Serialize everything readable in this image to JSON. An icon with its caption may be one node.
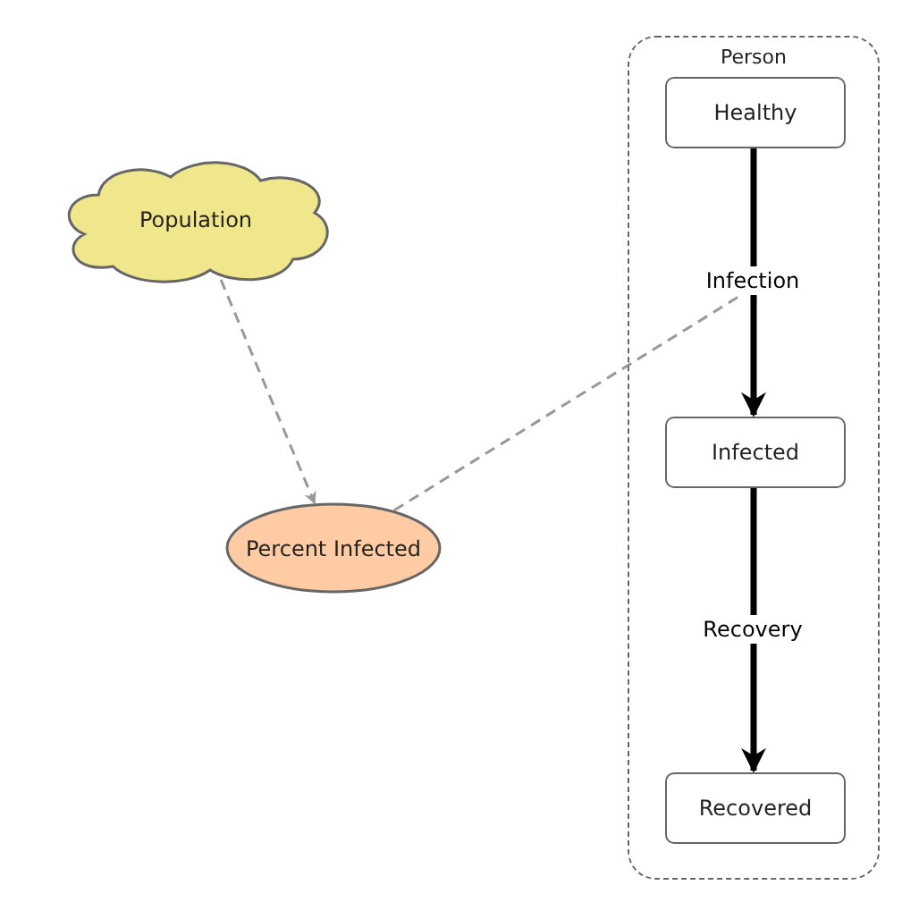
{
  "diagram": {
    "nodes": [
      {
        "text": [
          "Population"
        ]
      },
      {
        "text": [
          "Person"
        ]
      },
      {
        "text": [
          "Healthy"
        ],
        "in": 1
      },
      {
        "text": [
          "Infected"
        ],
        "in": 1
      },
      {
        "text": [
          "Recovered"
        ],
        "in": 1
      },
      {
        "text": [
          "Percent Infected"
        ]
      }
    ],
    "edges": [
      {
        "from": 2,
        "to": 3,
        "arrow": "to",
        "label": "Infection",
        "style": "thick"
      },
      {
        "from": 3,
        "to": 4,
        "arrow": "to",
        "label": "Recovery",
        "style": "thick"
      },
      {
        "from": 0,
        "to": 5,
        "arrow": "to",
        "style": "dashed",
        "color": "#999999"
      },
      {
        "from": 5,
        "to": null,
        "arrow": "none",
        "style": "dashed",
        "color": "#999999"
      }
    ]
  }
}
